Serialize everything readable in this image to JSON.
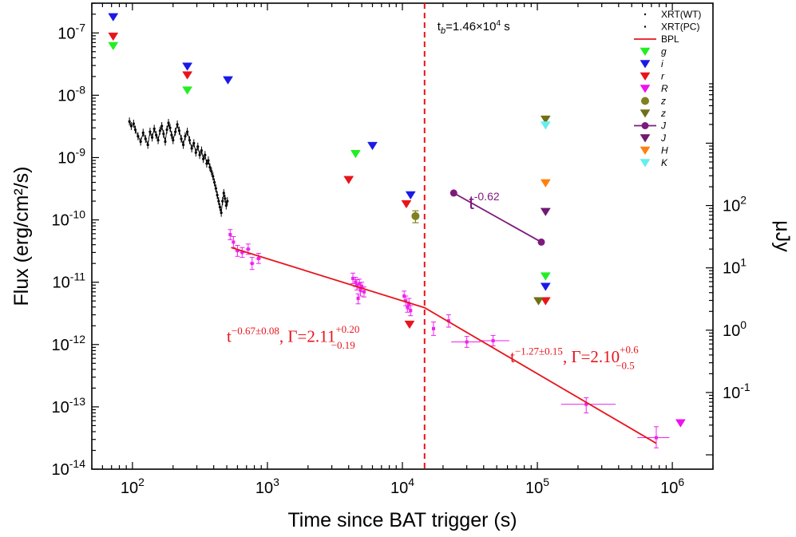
{
  "chart_data": {
    "type": "scatter",
    "xlabel": "Time since BAT trigger (s)",
    "ylabel": "Flux (erg/cm²/s)",
    "y2label": "μJy",
    "xscale": "log",
    "yscale": "log",
    "xlim": [
      50,
      2000000
    ],
    "ylim": [
      1e-14,
      3e-07
    ],
    "x_ticks": [
      {
        "value": 100,
        "base": "10",
        "exp": "2"
      },
      {
        "value": 1000,
        "base": "10",
        "exp": "3"
      },
      {
        "value": 10000,
        "base": "10",
        "exp": "4"
      },
      {
        "value": 100000,
        "base": "10",
        "exp": "5"
      },
      {
        "value": 1000000,
        "base": "10",
        "exp": "6"
      }
    ],
    "y_ticks": [
      {
        "value": 1e-14,
        "base": "10",
        "exp": "-14"
      },
      {
        "value": 1e-13,
        "base": "10",
        "exp": "-13"
      },
      {
        "value": 1e-12,
        "base": "10",
        "exp": "-12"
      },
      {
        "value": 1e-11,
        "base": "10",
        "exp": "-11"
      },
      {
        "value": 1e-10,
        "base": "10",
        "exp": "-10"
      },
      {
        "value": 1e-09,
        "base": "10",
        "exp": "-9"
      },
      {
        "value": 1e-08,
        "base": "10",
        "exp": "-8"
      },
      {
        "value": 1e-07,
        "base": "10",
        "exp": "-7"
      }
    ],
    "y2_ticks": [
      {
        "value": 0.1,
        "base": "10",
        "exp": "-1"
      },
      {
        "value": 1,
        "base": "10",
        "exp": "0"
      },
      {
        "value": 10,
        "base": "10",
        "exp": "1"
      },
      {
        "value": 100,
        "base": "10",
        "exp": "2"
      }
    ],
    "y2_reference": {
      "flux": 1.7e-12,
      "ujy": 1.0
    },
    "break_time": {
      "x": 14600,
      "label_base": "t",
      "label_sub": "b",
      "label_rest": "=1.46×10",
      "label_exp": "4",
      "label_unit": " s",
      "color": "#e8141c"
    },
    "series": [
      {
        "name": "XRT(WT)",
        "color": "#000000",
        "marker": "dot",
        "points": [
          [
            95,
            3.8e-09
          ],
          [
            98,
            3.2e-09
          ],
          [
            102,
            3.5e-09
          ],
          [
            105,
            2.8e-09
          ],
          [
            110,
            2.2e-09
          ],
          [
            115,
            1.8e-09
          ],
          [
            120,
            2.5e-09
          ],
          [
            125,
            2e-09
          ],
          [
            130,
            1.6e-09
          ],
          [
            135,
            2.6e-09
          ],
          [
            140,
            2.1e-09
          ],
          [
            145,
            2.9e-09
          ],
          [
            150,
            2.3e-09
          ],
          [
            155,
            1.9e-09
          ],
          [
            160,
            2.7e-09
          ],
          [
            165,
            3.2e-09
          ],
          [
            170,
            2.4e-09
          ],
          [
            175,
            1.8e-09
          ],
          [
            180,
            2.8e-09
          ],
          [
            185,
            3.6e-09
          ],
          [
            190,
            3e-09
          ],
          [
            195,
            2.3e-09
          ],
          [
            200,
            1.9e-09
          ],
          [
            208,
            2.6e-09
          ],
          [
            215,
            3.4e-09
          ],
          [
            222,
            2.7e-09
          ],
          [
            230,
            2e-09
          ],
          [
            238,
            1.6e-09
          ],
          [
            246,
            2.2e-09
          ],
          [
            255,
            2.6e-09
          ],
          [
            265,
            1.9e-09
          ],
          [
            275,
            1.4e-09
          ],
          [
            285,
            1.7e-09
          ],
          [
            295,
            1.2e-09
          ],
          [
            305,
            1.5e-09
          ],
          [
            315,
            1.1e-09
          ],
          [
            325,
            1.3e-09
          ],
          [
            335,
            9.5e-10
          ],
          [
            345,
            1.1e-09
          ],
          [
            355,
            8e-10
          ],
          [
            365,
            9e-10
          ],
          [
            375,
            7e-10
          ],
          [
            385,
            6e-10
          ],
          [
            395,
            5e-10
          ],
          [
            405,
            4e-10
          ],
          [
            415,
            3.2e-10
          ],
          [
            425,
            2.5e-10
          ],
          [
            435,
            2e-10
          ],
          [
            445,
            1.6e-10
          ],
          [
            455,
            1.3e-10
          ],
          [
            465,
            2e-10
          ],
          [
            475,
            2.7e-10
          ],
          [
            485,
            2.2e-10
          ],
          [
            495,
            1.7e-10
          ],
          [
            505,
            2e-10
          ]
        ]
      },
      {
        "name": "XRT(PC)",
        "color": "#ee22ee",
        "marker": "errorbar",
        "points": [
          [
            530,
            5.8e-11,
            530,
            530,
            4.8e-11,
            7e-11
          ],
          [
            560,
            4.4e-11,
            545,
            575,
            3.6e-11,
            5.4e-11
          ],
          [
            600,
            3.2e-11,
            575,
            630,
            2.6e-11,
            3.9e-11
          ],
          [
            650,
            3e-11,
            625,
            680,
            2.5e-11,
            3.6e-11
          ],
          [
            720,
            3.4e-11,
            690,
            750,
            2.8e-11,
            4.1e-11
          ],
          [
            770,
            2e-11,
            740,
            800,
            1.6e-11,
            2.5e-11
          ],
          [
            860,
            2.4e-11,
            820,
            900,
            2e-11,
            2.9e-11
          ],
          [
            4300,
            1.15e-11,
            4300,
            4300,
            9.5e-12,
            1.4e-11
          ],
          [
            4500,
            1e-11,
            4500,
            4500,
            8.5e-12,
            1.2e-11
          ],
          [
            4600,
            9e-12,
            4600,
            4600,
            7.5e-12,
            1.1e-11
          ],
          [
            4700,
            5.5e-12,
            4700,
            4700,
            4.5e-12,
            6.5e-12
          ],
          [
            4800,
            9.5e-12,
            4800,
            4800,
            8e-12,
            1.12e-11
          ],
          [
            4900,
            7.5e-12,
            4900,
            4900,
            6e-12,
            9e-12
          ],
          [
            5000,
            8.5e-12,
            5000,
            5000,
            7e-12,
            1e-11
          ],
          [
            5200,
            7e-12,
            5200,
            5200,
            5.8e-12,
            8.4e-12
          ],
          [
            10300,
            6e-12,
            10300,
            10300,
            5e-12,
            7.2e-12
          ],
          [
            10600,
            5e-12,
            10600,
            10600,
            4.2e-12,
            6e-12
          ],
          [
            10900,
            4e-12,
            10900,
            10900,
            3.3e-12,
            4.8e-12
          ],
          [
            11200,
            4.5e-12,
            11200,
            11200,
            3.7e-12,
            5.5e-12
          ],
          [
            11500,
            3.5e-12,
            11500,
            11500,
            2.9e-12,
            4.2e-12
          ],
          [
            17000,
            1.8e-12,
            17000,
            17000,
            1.4e-12,
            2.3e-12
          ],
          [
            22000,
            2.4e-12,
            22000,
            22000,
            1.9e-12,
            3e-12
          ],
          [
            30000,
            1.1e-12,
            23000,
            38000,
            9e-13,
            1.35e-12
          ],
          [
            47000,
            1.15e-12,
            37000,
            62000,
            9.5e-13,
            1.4e-12
          ],
          [
            230000,
            1.1e-13,
            150000,
            380000,
            8e-14,
            1.4e-13
          ],
          [
            760000,
            3.2e-14,
            550000,
            950000,
            2.2e-14,
            4.8e-14
          ]
        ]
      },
      {
        "name": "BPL",
        "color": "#e8141c",
        "marker": "line",
        "points": [
          [
            540,
            3.6e-11
          ],
          [
            14600,
            3.9e-12
          ],
          [
            760000,
            2.6e-14
          ]
        ]
      },
      {
        "name": "g",
        "color": "#22ee22",
        "marker": "triangle-down",
        "points": [
          [
            72,
            6.2e-08
          ],
          [
            255,
            1.2e-08
          ],
          [
            4500,
            1.15e-09
          ],
          [
            115000,
            1.25e-11
          ]
        ]
      },
      {
        "name": "i",
        "color": "#1a1ae6",
        "marker": "triangle-down",
        "points": [
          [
            72,
            1.8e-07
          ],
          [
            255,
            2.9e-08
          ],
          [
            510,
            1.75e-08
          ],
          [
            6000,
            1.55e-09
          ],
          [
            11500,
            2.5e-10
          ],
          [
            115000,
            8.5e-12
          ]
        ]
      },
      {
        "name": "r",
        "color": "#e8141c",
        "marker": "triangle-down",
        "points": [
          [
            72,
            8.8e-08
          ],
          [
            255,
            2.1e-08
          ],
          [
            4000,
            4.4e-10
          ],
          [
            10700,
            1.8e-10
          ],
          [
            11300,
            2.1e-12
          ],
          [
            115000,
            5e-12
          ]
        ]
      },
      {
        "name": "R",
        "color": "#ee11ee",
        "marker": "triangle-down",
        "points": [
          [
            1150000,
            5.5e-14
          ]
        ]
      },
      {
        "name": "z",
        "color": "#808020",
        "marker": "circle",
        "points": [
          [
            12500,
            1.15e-10,
            12500,
            12500,
            9e-11,
            1.4e-10
          ]
        ]
      },
      {
        "name": "z",
        "color": "#707015",
        "marker": "triangle-down",
        "points": [
          [
            102000,
            5e-12
          ],
          [
            115000,
            4.1e-09
          ]
        ]
      },
      {
        "name": "J",
        "color": "#7d1a7d",
        "marker": "line-circle",
        "points": [
          [
            24000,
            2.7e-10
          ],
          [
            107000,
            4.4e-11
          ]
        ]
      },
      {
        "name": "J",
        "color": "#701a70",
        "marker": "triangle-down",
        "points": [
          [
            115000,
            1.35e-10
          ]
        ]
      },
      {
        "name": "H",
        "color": "#ff8010",
        "marker": "triangle-down",
        "points": [
          [
            115000,
            3.9e-10
          ]
        ]
      },
      {
        "name": "K",
        "color": "#66eeee",
        "marker": "triangle-down",
        "points": [
          [
            115000,
            3.3e-09
          ]
        ]
      }
    ],
    "annotations": [
      {
        "id": "slope-optical",
        "base": "t",
        "exp": "-0.62",
        "color": "#7d1a7d",
        "anchor_x": 31000,
        "anchor_y": 1.5e-10
      },
      {
        "id": "slope-early",
        "base": "t",
        "exp": "−0.67±0.08",
        "mid": ", Γ=2.11",
        "sup": "+0.20",
        "sub": "−0.19",
        "color": "#e8141c",
        "anchor_x": 500,
        "anchor_y": 1.1e-12
      },
      {
        "id": "slope-late",
        "base": "t",
        "exp": "−1.27±0.15",
        "mid": ", Γ=2.10",
        "sup": "+0.6",
        "sub": "−0.5",
        "color": "#e8141c",
        "anchor_x": 63000,
        "anchor_y": 5.2e-13
      }
    ],
    "legend_position": "top-right",
    "grid": false
  }
}
